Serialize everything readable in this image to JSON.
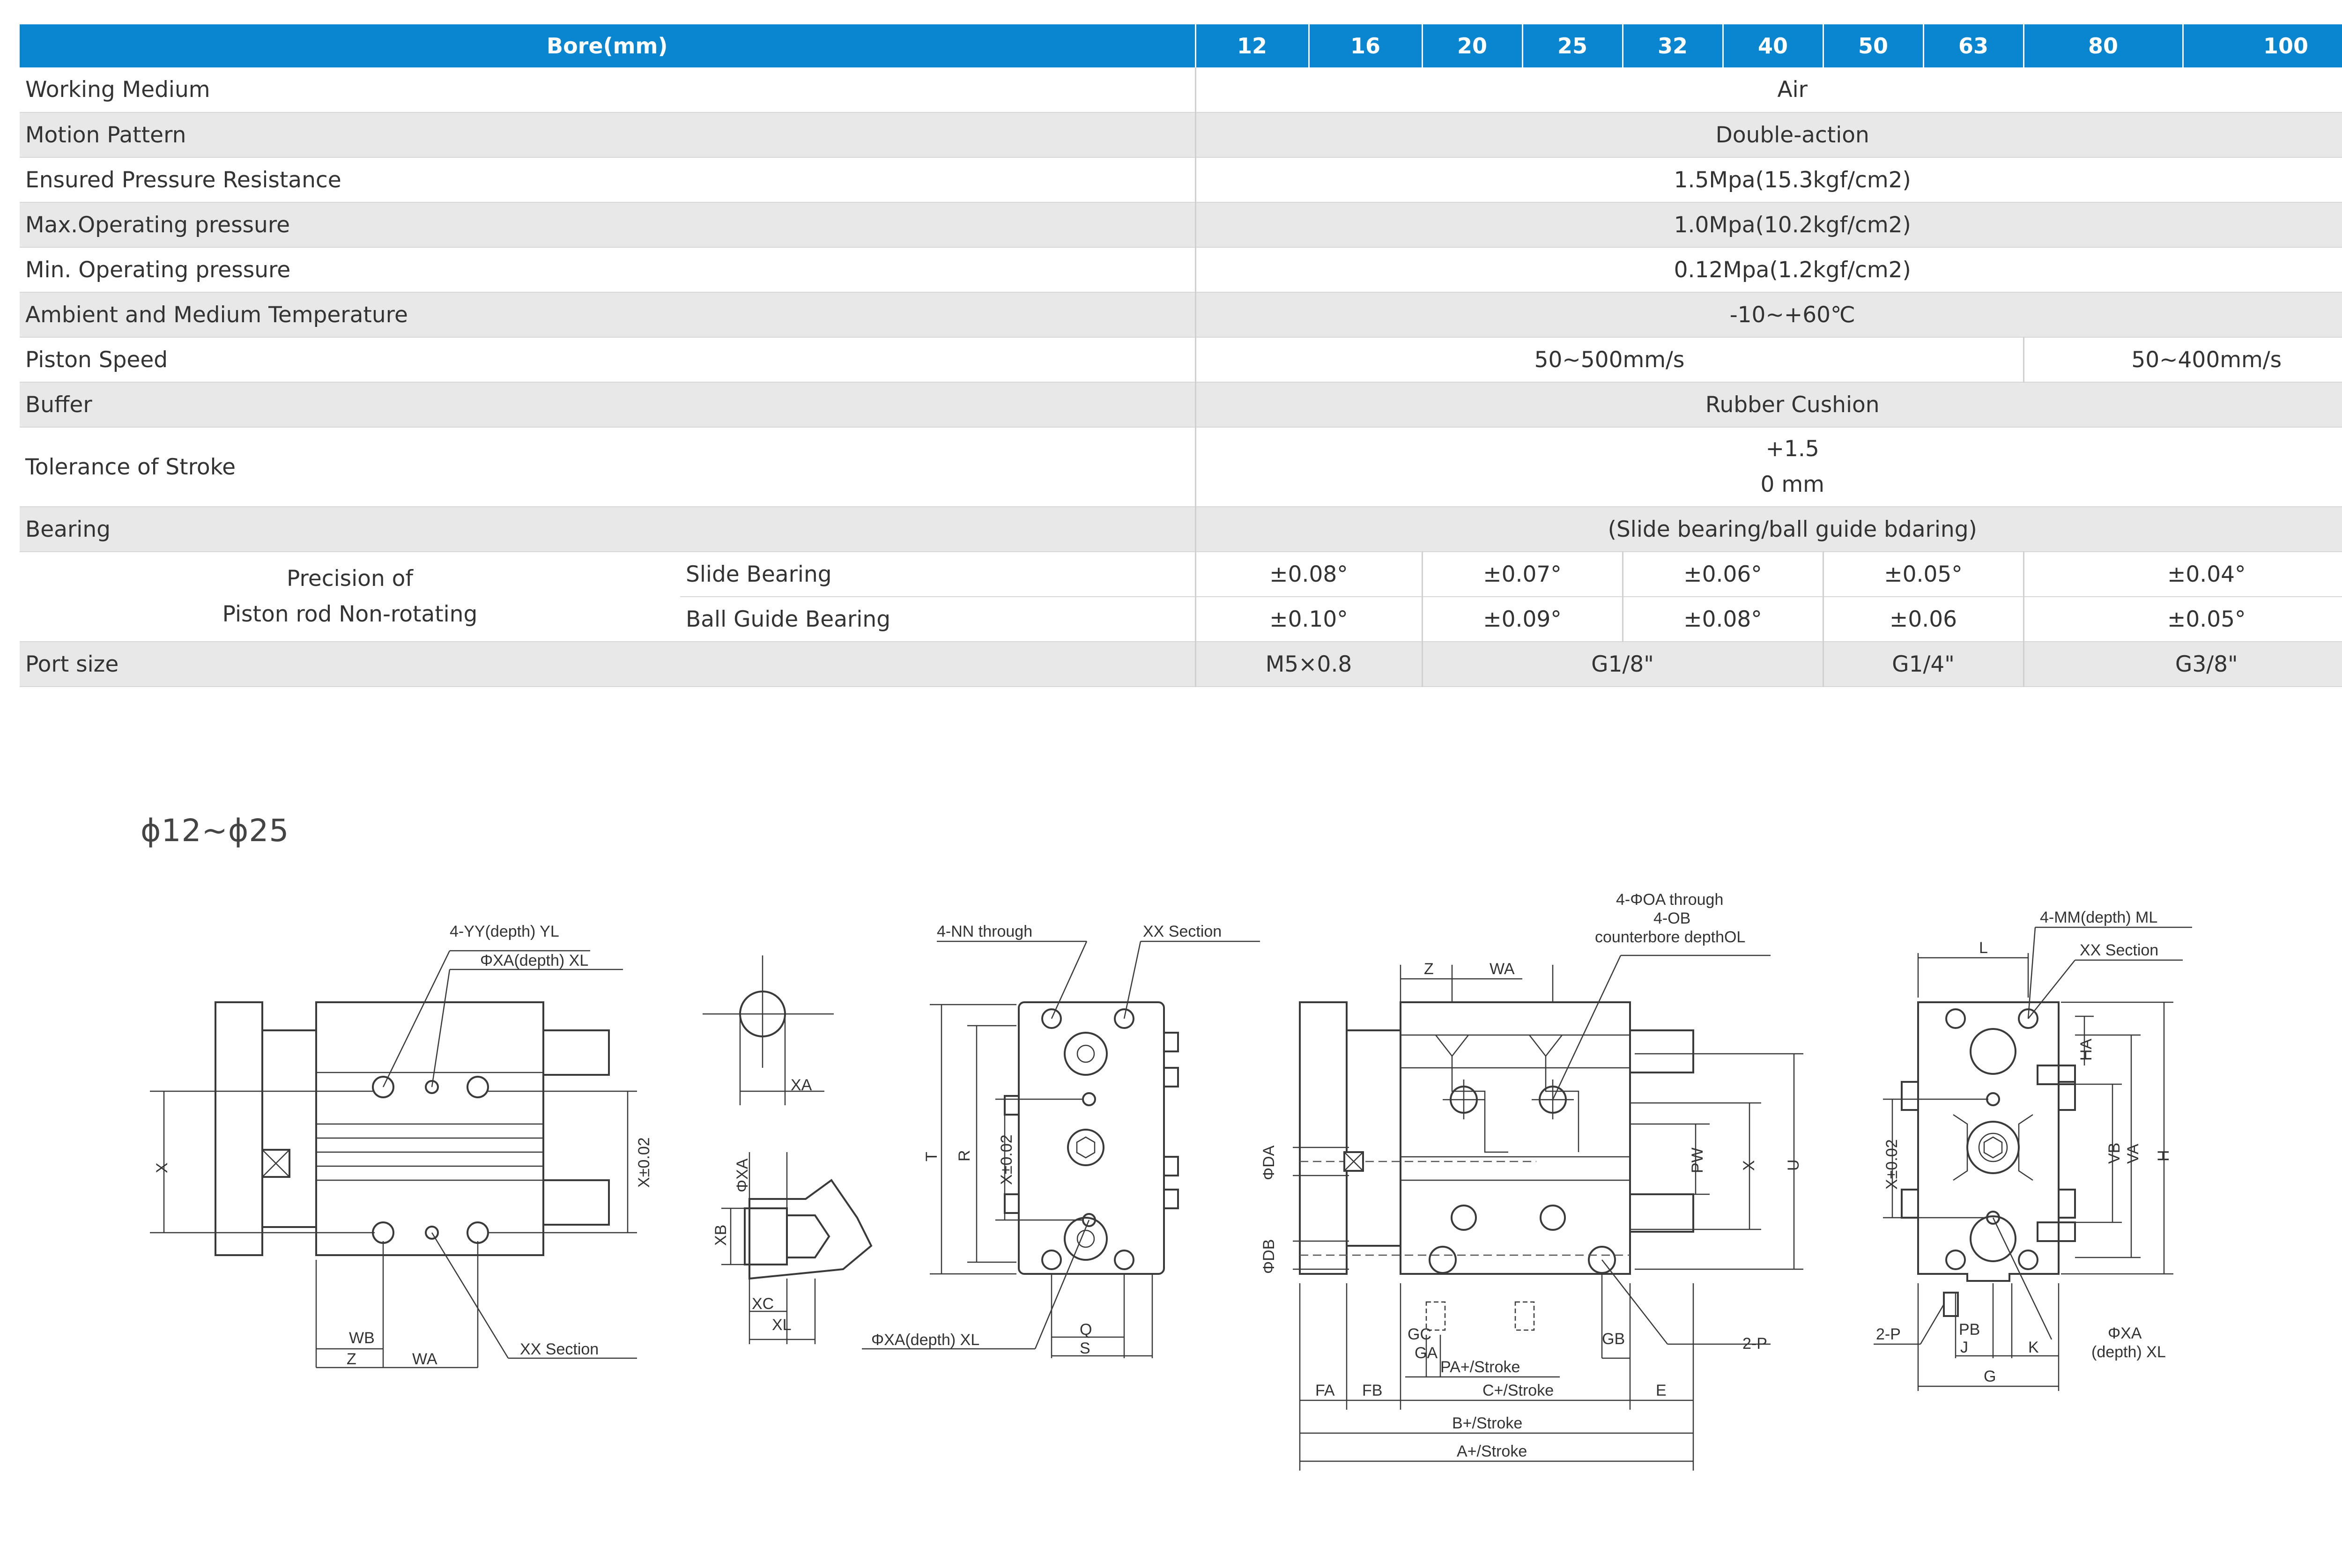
{
  "table": {
    "bore_label": "Bore(mm)",
    "bores": [
      "12",
      "16",
      "20",
      "25",
      "32",
      "40",
      "50",
      "63",
      "80",
      "100"
    ],
    "rows": {
      "working_medium": {
        "label": "Working Medium",
        "value": "Air"
      },
      "motion_pattern": {
        "label": "Motion Pattern",
        "value": "Double-action"
      },
      "pressure_resistance": {
        "label": "Ensured Pressure Resistance",
        "value": "1.5Mpa(15.3kgf/cm2)"
      },
      "max_pressure": {
        "label": "Max.Operating pressure",
        "value": "1.0Mpa(10.2kgf/cm2)"
      },
      "min_pressure": {
        "label": "Min. Operating pressure",
        "value": "0.12Mpa(1.2kgf/cm2)"
      },
      "temperature": {
        "label": "Ambient and Medium Temperature",
        "value": "-10~+60℃"
      },
      "piston_speed": {
        "label": "Piston Speed",
        "value_a": "50~500mm/s",
        "value_b": "50~400mm/s"
      },
      "buffer": {
        "label": "Buffer",
        "value": "Rubber Cushion"
      },
      "tolerance": {
        "label": "Tolerance of Stroke",
        "line1": "+1.5",
        "line2": "0 mm"
      },
      "bearing": {
        "label": "Bearing",
        "value": "(Slide bearing/ball guide bdaring)"
      },
      "precision": {
        "label_line1": "Precision of",
        "label_line2": "Piston rod Non-rotating",
        "slide_label": "Slide Bearing",
        "slide_values": [
          "±0.08°",
          "±0.07°",
          "±0.06°",
          "±0.05°",
          "±0.04°"
        ],
        "ball_label": "Ball Guide Bearing",
        "ball_values": [
          "±0.10°",
          "±0.09°",
          "±0.08°",
          "±0.06",
          "±0.05°"
        ]
      },
      "port_size": {
        "label": "Port size",
        "values": [
          "M5×0.8",
          "G1/8\"",
          "G1/4\"",
          "G3/8\""
        ]
      }
    }
  },
  "section_heading": "ϕ12~ϕ25",
  "drawing_labels": {
    "yy": "4-YY(depth) YL",
    "xa_depth_xl": "ΦXA(depth) XL",
    "xx_section": "XX Section",
    "x": "X",
    "x_tol": "X±0.02",
    "wb": "WB",
    "z": "Z",
    "wa": "WA",
    "xa": "XA",
    "phi_xa": "ΦXA",
    "xb": "XB",
    "xc": "XC",
    "xl": "XL",
    "nn": "4-NN through",
    "t": "T",
    "r": "R",
    "q": "Q",
    "s": "S",
    "phi_xa_depth": "ΦXA(depth) XL",
    "oa1": "4-ΦOA through",
    "oa2": "4-OB",
    "oa3": "counterbore depthOL",
    "u": "U",
    "pw": "PW",
    "da": "ΦDA",
    "db": "ΦDB",
    "gc": "GC",
    "ga": "GA",
    "gb": "GB",
    "pa": "PA+/Stroke",
    "fa": "FA",
    "fb": "FB",
    "c": "C+/Stroke",
    "e": "E",
    "b": "B+/Stroke",
    "a": "A+/Stroke",
    "two_p": "2-P",
    "mm": "4-MM(depth) ML",
    "l": "L",
    "ha": "HA",
    "vb": "VB",
    "va": "VA",
    "h": "H",
    "pb": "PB",
    "j": "J",
    "k": "K",
    "g": "G",
    "phi_xa2": "ΦXA",
    "depth_xl": "(depth) XL"
  },
  "colors": {
    "header_blue": "#0a86d0",
    "row_gray": "#e8e8e8"
  }
}
